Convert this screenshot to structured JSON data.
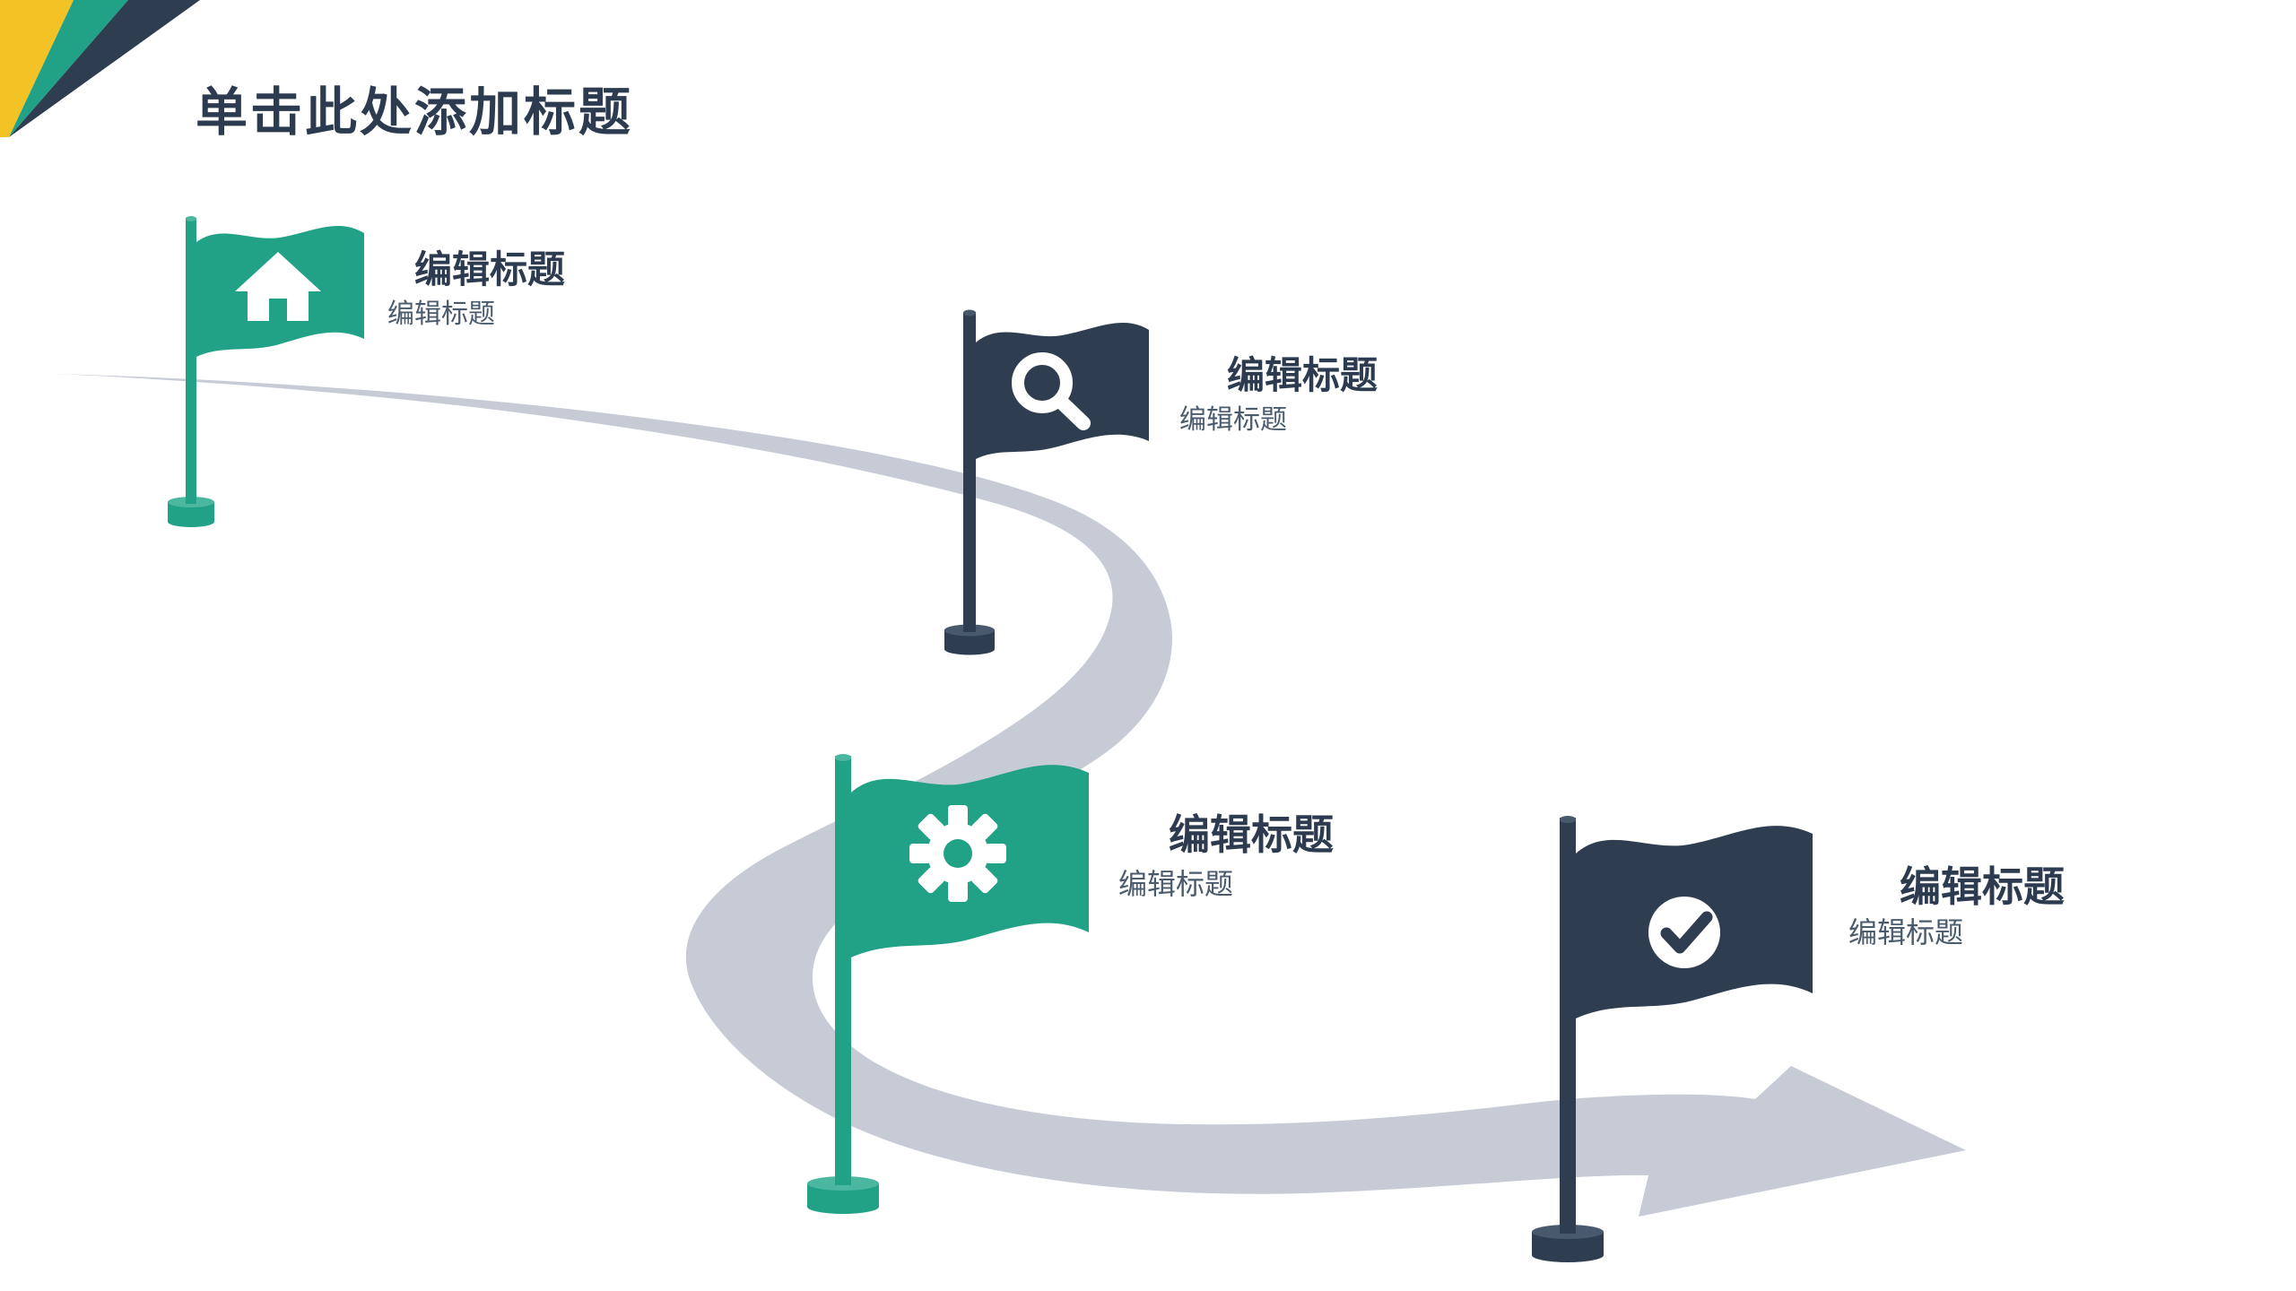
{
  "slide": {
    "title": "单击此处添加标题"
  },
  "milestones": [
    {
      "title": "编辑标题",
      "subtitle": "编辑标题",
      "icon": "home-icon",
      "flag_color": "#21A286"
    },
    {
      "title": "编辑标题",
      "subtitle": "编辑标题",
      "icon": "search-icon",
      "flag_color": "#2E3D50"
    },
    {
      "title": "编辑标题",
      "subtitle": "编辑标题",
      "icon": "gear-icon",
      "flag_color": "#21A286"
    },
    {
      "title": "编辑标题",
      "subtitle": "编辑标题",
      "icon": "check-icon",
      "flag_color": "#2E3D50"
    }
  ],
  "colors": {
    "green": "#21A286",
    "green-light": "#4BB79E",
    "dark": "#2E3D50",
    "dark-light": "#48596D",
    "road": "#C6CBD5",
    "yellow": "#F3C224",
    "title-text": "#2C3B4F",
    "subtitle-text": "#4A5B6E"
  }
}
